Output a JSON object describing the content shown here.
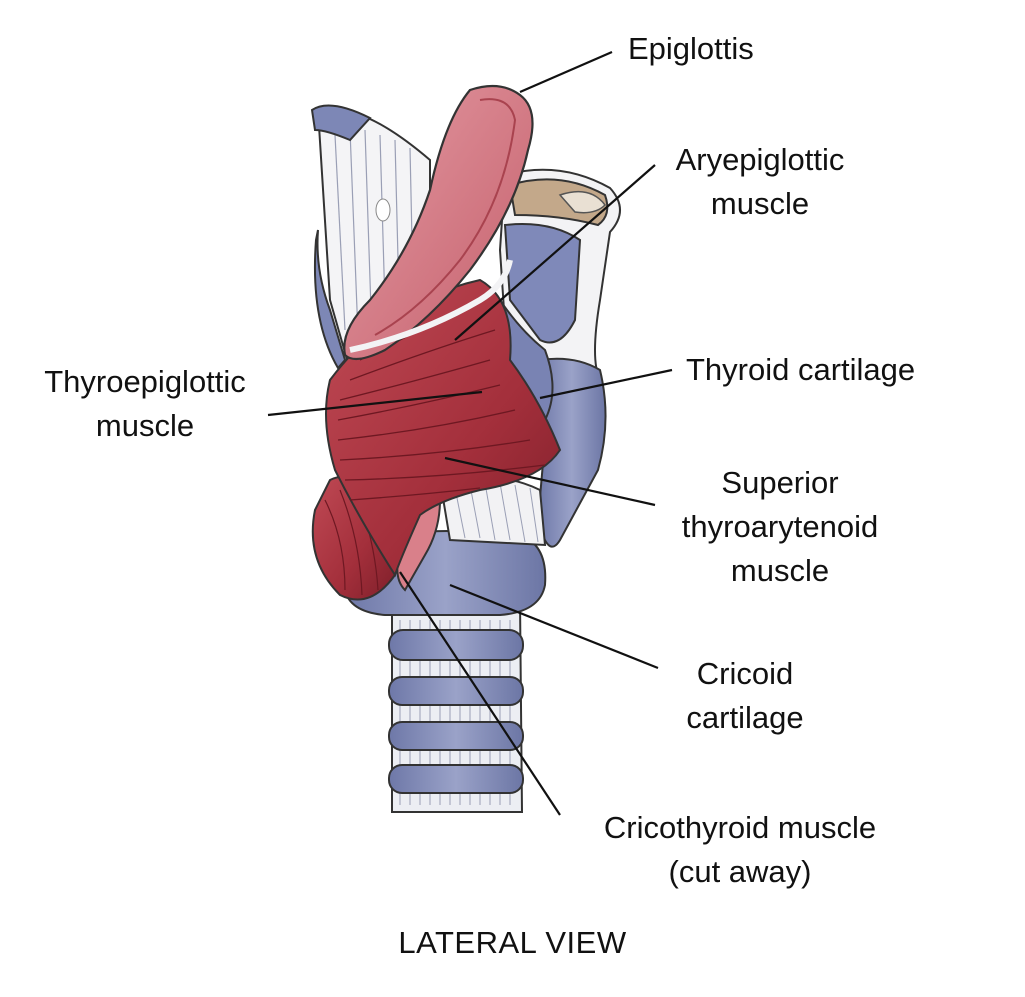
{
  "labels": {
    "epiglottis": [
      "Epiglottis"
    ],
    "aryepiglottic": [
      "Aryepiglottic",
      "muscle"
    ],
    "thyroid_cartilage": [
      "Thyroid cartilage"
    ],
    "thyroepiglottic": [
      "Thyroepiglottic",
      "muscle"
    ],
    "superior_thyroarytenoid": [
      "Superior",
      "thyroarytenoid",
      "muscle"
    ],
    "cricoid": [
      "Cricoid",
      "cartilage"
    ],
    "cricothyroid": [
      "Cricothyroid muscle",
      "(cut away)"
    ]
  },
  "caption": "LATERAL VIEW",
  "colors": {
    "cartilage": "#8891bc",
    "cartilage_dark": "#5f6896",
    "muscle": "#a8343f",
    "muscle_dark": "#7e1f2a",
    "epiglottis": "#d57b86",
    "ligament": "#f2f2f4",
    "line": "#111111"
  }
}
